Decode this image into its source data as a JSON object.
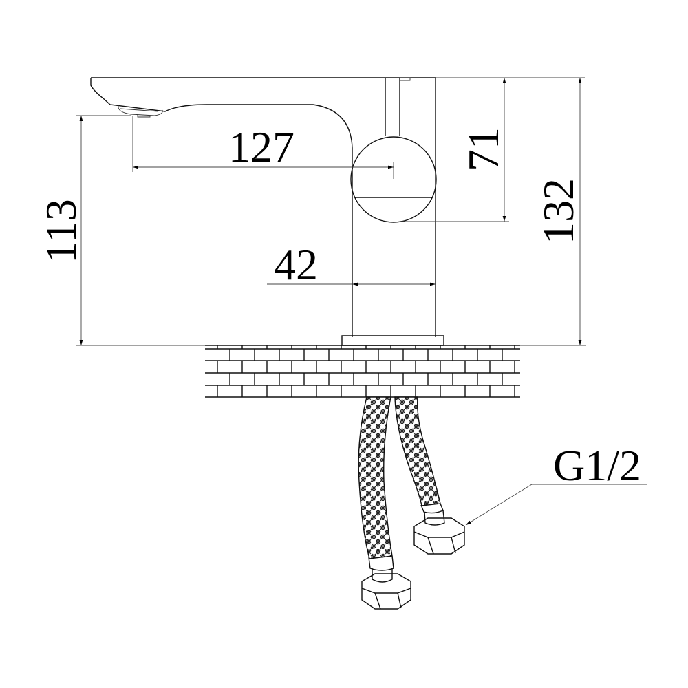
{
  "drawing": {
    "title": "Basin faucet side elevation dimension drawing",
    "units": "mm",
    "line_color": "#111111",
    "background": "#ffffff"
  },
  "dimensions": {
    "spout_reach": "127",
    "handle_height": "71",
    "total_height": "132",
    "spout_height": "113",
    "body_diameter": "42",
    "connection_thread": "G1/2"
  }
}
